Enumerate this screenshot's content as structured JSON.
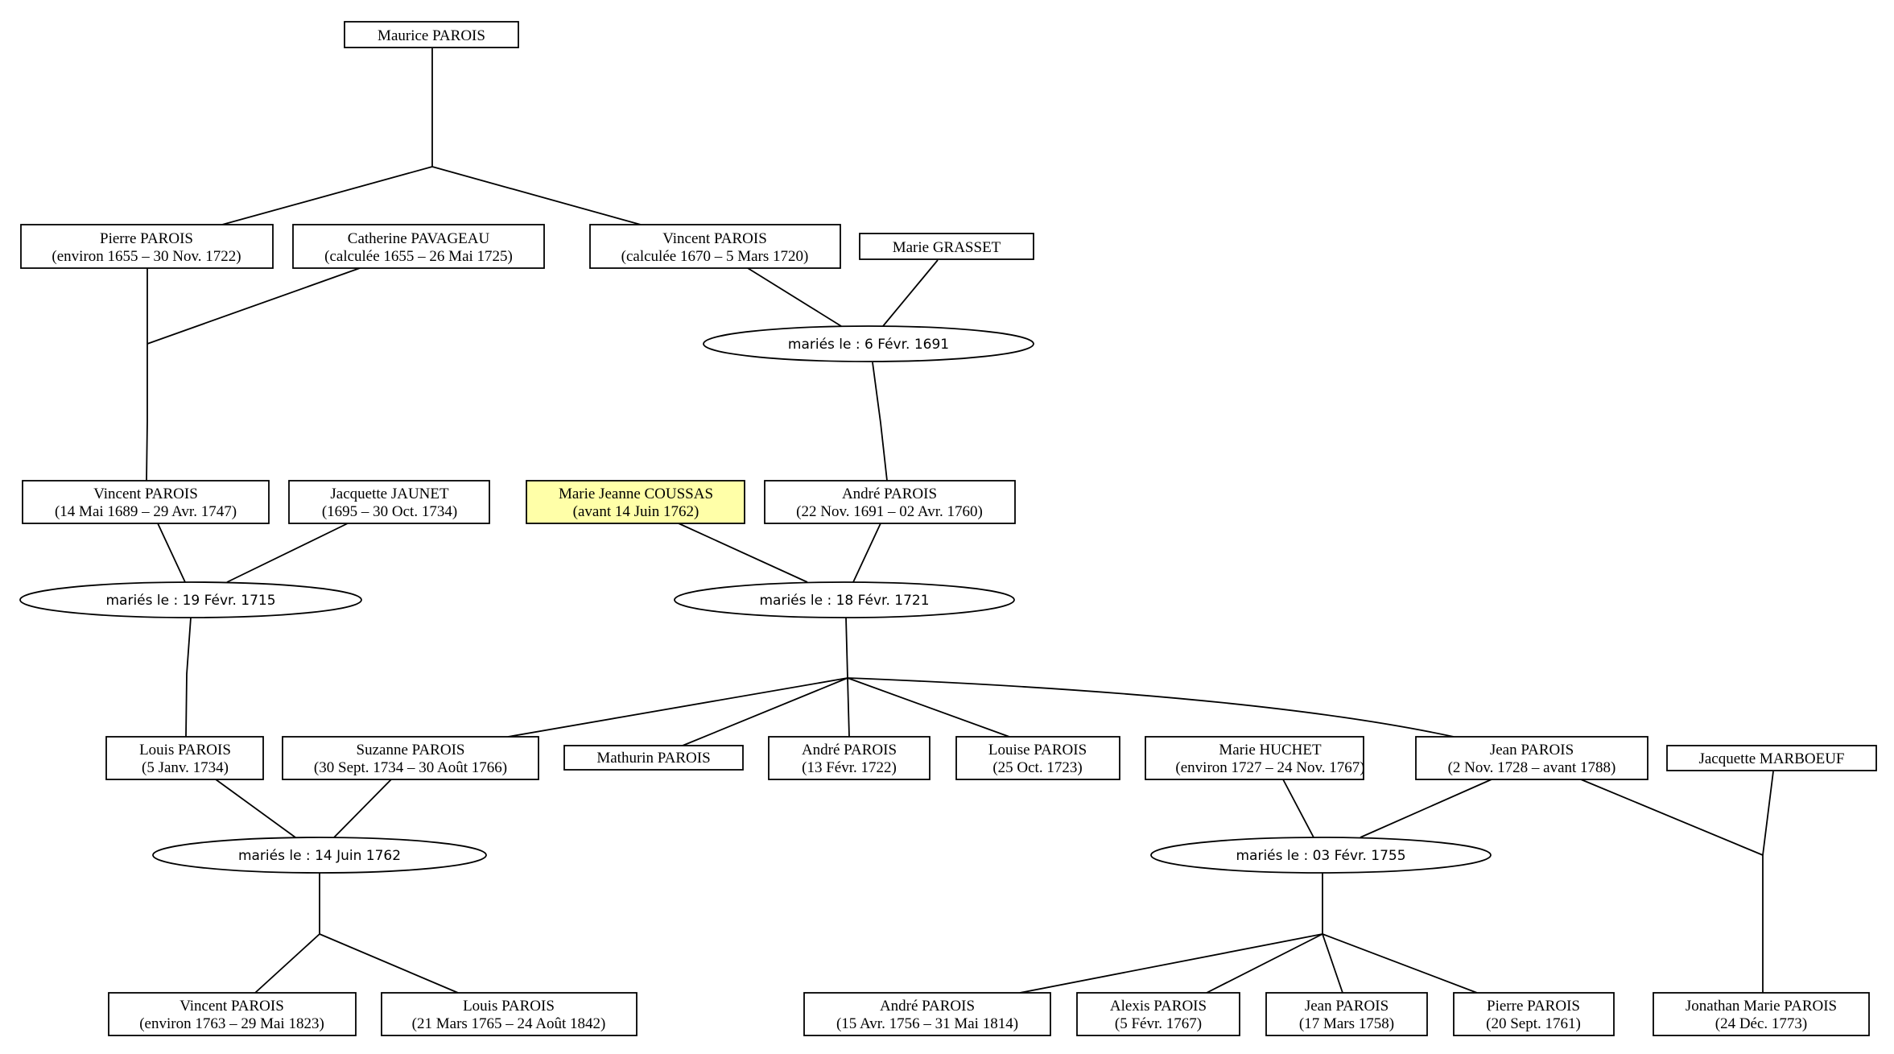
{
  "colors": {
    "line": "#000000",
    "box_fill": "#ffffff",
    "highlight_fill": "#ffffa8"
  },
  "persons": {
    "maurice": {
      "name": "Maurice PAROIS",
      "dates": ""
    },
    "pierre": {
      "name": "Pierre PAROIS",
      "dates": "(environ 1655 – 30 Nov. 1722)"
    },
    "catherine": {
      "name": "Catherine PAVAGEAU",
      "dates": "(calculée 1655 – 26 Mai 1725)"
    },
    "vincent1": {
      "name": "Vincent PAROIS",
      "dates": "(calculée 1670 – 5 Mars 1720)"
    },
    "mgrasset": {
      "name": "Marie GRASSET",
      "dates": ""
    },
    "vincent2": {
      "name": "Vincent PAROIS",
      "dates": "(14 Mai 1689 – 29 Avr. 1747)"
    },
    "jacquette_j": {
      "name": "Jacquette JAUNET",
      "dates": "(1695 – 30 Oct. 1734)"
    },
    "mjcoussas": {
      "name": "Marie Jeanne COUSSAS",
      "dates": "(avant 14 Juin 1762)",
      "highlight": true
    },
    "andre1": {
      "name": "André PAROIS",
      "dates": "(22 Nov. 1691 – 02 Avr. 1760)"
    },
    "louis1": {
      "name": "Louis PAROIS",
      "dates": "(5 Janv. 1734)"
    },
    "suzanne": {
      "name": "Suzanne PAROIS",
      "dates": "(30 Sept. 1734 – 30 Août 1766)"
    },
    "mathurin": {
      "name": "Mathurin PAROIS",
      "dates": ""
    },
    "andre2": {
      "name": "André PAROIS",
      "dates": "(13 Févr. 1722)"
    },
    "louise": {
      "name": "Louise PAROIS",
      "dates": "(25 Oct. 1723)"
    },
    "mhuchet": {
      "name": "Marie HUCHET",
      "dates": "(environ 1727 – 24 Nov. 1767)"
    },
    "jean1": {
      "name": "Jean PAROIS",
      "dates": "(2 Nov. 1728 – avant 1788)"
    },
    "jmarboeuf": {
      "name": "Jacquette MARBOEUF",
      "dates": ""
    },
    "vincent3": {
      "name": "Vincent PAROIS",
      "dates": "(environ 1763 – 29 Mai 1823)"
    },
    "louis2": {
      "name": "Louis PAROIS",
      "dates": "(21 Mars 1765 – 24 Août 1842)"
    },
    "andre3": {
      "name": "André PAROIS",
      "dates": "(15 Avr. 1756 – 31 Mai 1814)"
    },
    "alexis": {
      "name": "Alexis PAROIS",
      "dates": "(5 Févr. 1767)"
    },
    "jean2": {
      "name": "Jean PAROIS",
      "dates": "(17 Mars 1758)"
    },
    "pierre2": {
      "name": "Pierre PAROIS",
      "dates": "(20 Sept. 1761)"
    },
    "jonathan": {
      "name": "Jonathan Marie PAROIS",
      "dates": "(24 Déc. 1773)"
    }
  },
  "marriages": {
    "m1691": "mariés le : 6 Févr. 1691",
    "m1715": "mariés le : 19 Févr. 1715",
    "m1721": "mariés le : 18 Févr. 1721",
    "m1762": "mariés le : 14 Juin 1762",
    "m1755": "mariés le : 03 Févr. 1755"
  }
}
